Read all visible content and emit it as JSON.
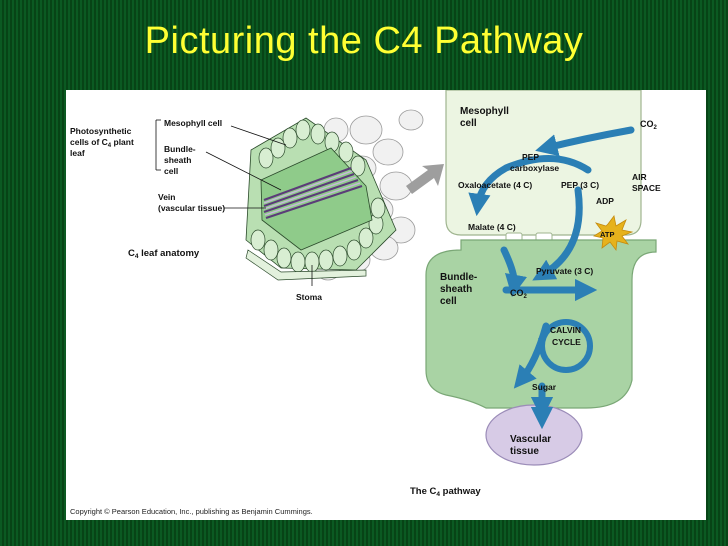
{
  "slide": {
    "title": "Picturing the C4 Pathway"
  },
  "anatomy": {
    "photosynthetic_line1": "Photosynthetic",
    "photosynthetic_line2": "cells of C",
    "photosynthetic_sub": "4",
    "photosynthetic_line2b": " plant",
    "photosynthetic_line3": "leaf",
    "mesophyll_cell": "Mesophyll cell",
    "bundle_line1": "Bundle-",
    "bundle_line2": "sheath",
    "bundle_line3": "cell",
    "vein_line1": "Vein",
    "vein_line2": "(vascular tissue)",
    "stoma": "Stoma",
    "caption_c": "C",
    "caption_sub": "4",
    "caption_rest": " leaf anatomy"
  },
  "pathway": {
    "mesophyll_line1": "Mesophyll",
    "mesophyll_line2": "cell",
    "co2_top": "CO",
    "co2_top_sub": "2",
    "pep_carboxylase_line1": "PEP",
    "pep_carboxylase_line2": "carboxylase",
    "oxaloacetate": "Oxaloacetate (4 C)",
    "pep": "PEP (3 C)",
    "air_line1": "AIR",
    "air_line2": "SPACE",
    "adp": "ADP",
    "atp": "ATP",
    "malate": "Malate (4 C)",
    "bundle_line1": "Bundle-",
    "bundle_line2": "sheath",
    "bundle_line3": "cell",
    "pyruvate": "Pyruvate (3 C)",
    "co2_bundle": "CO",
    "co2_bundle_sub": "2",
    "calvin_line1": "CALVIN",
    "calvin_line2": "CYCLE",
    "sugar": "Sugar",
    "vascular_line1": "Vascular",
    "vascular_line2": "tissue",
    "caption_a": "The C",
    "caption_sub": "4",
    "caption_rest": " pathway"
  },
  "copyright": "Copyright © Pearson Education, Inc., publishing as Benjamin Cummings.",
  "colors": {
    "title": "#ffff33",
    "arrow": "#2b7fb5",
    "cell_fill": "#ecf5e2",
    "bundle_fill": "#a9d3a4",
    "vascular_fill": "#d7cbe6",
    "atp": "#e6b21c"
  }
}
